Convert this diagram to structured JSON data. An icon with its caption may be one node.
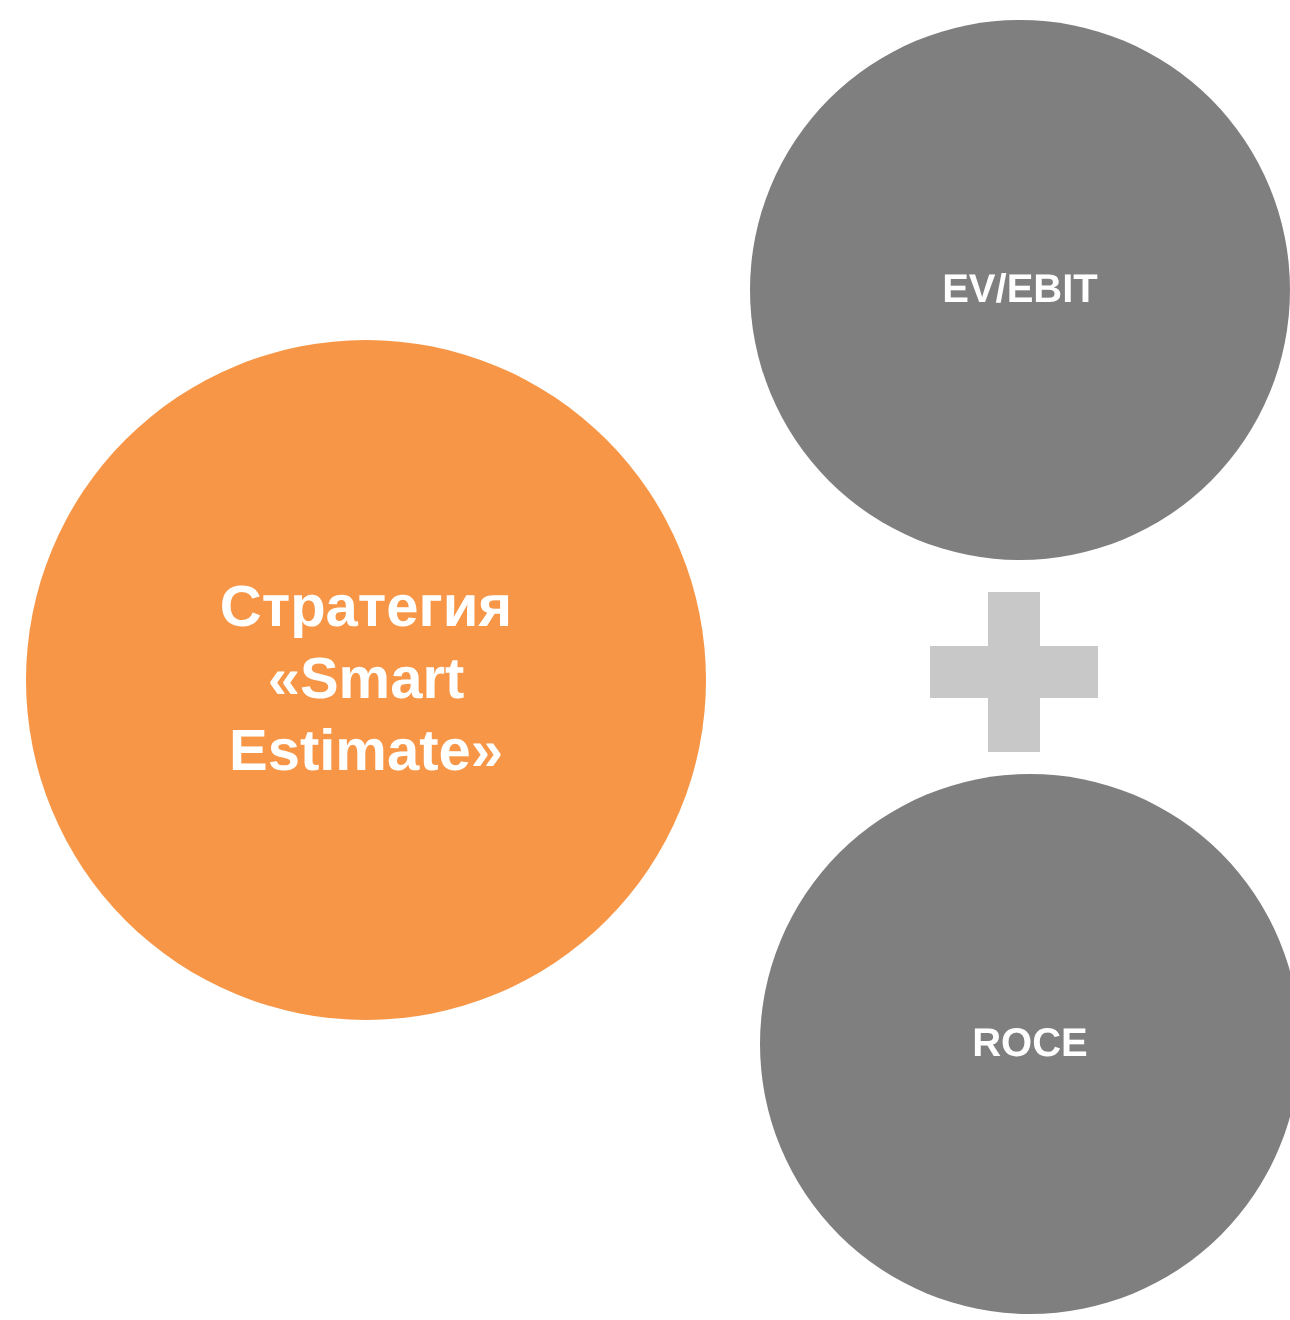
{
  "diagram": {
    "nodes": [
      {
        "text": [
          "Стратегия «Smart Estimate»"
        ]
      },
      {
        "text": [
          "EV/EBIT"
        ]
      },
      {
        "text": [
          "ROCE"
        ]
      }
    ],
    "edges": []
  }
}
